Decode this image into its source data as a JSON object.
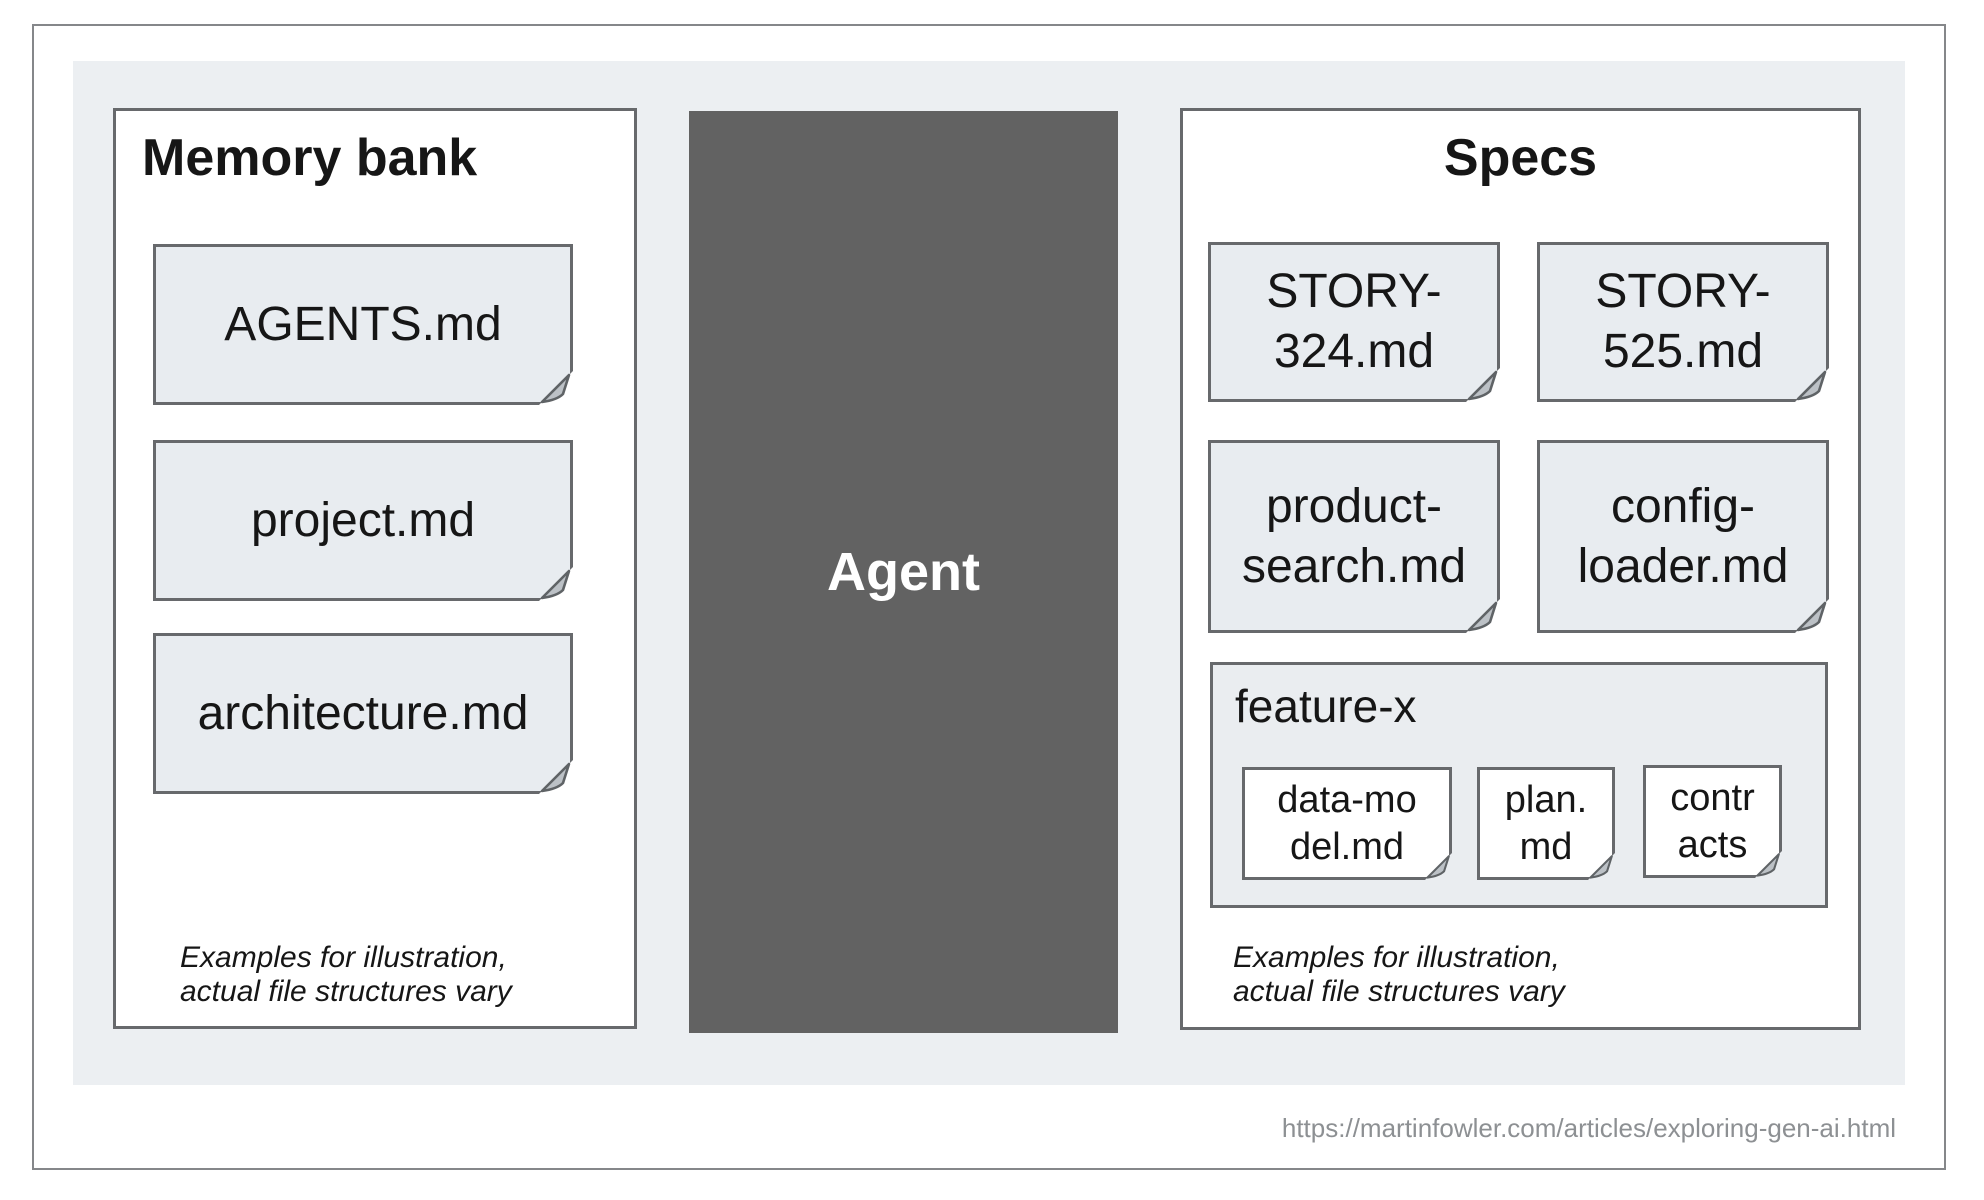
{
  "theme": {
    "canvas_bg": "#eceff2",
    "card_bg": "#e8ecf0",
    "folder_bg": "#eaedf0",
    "panel_bg": "#ffffff",
    "border_strong": "#67696c",
    "frame_border": "#85878a",
    "agent_bg": "#626262",
    "agent_text": "#ffffff",
    "fold_fill": "#bcc1c6",
    "fold_stroke": "#5f6366",
    "text_color": "#161616",
    "muted_text": "#8d9093"
  },
  "memory_bank": {
    "title": "Memory bank",
    "files": [
      "AGENTS.md",
      "project.md",
      "architecture.md"
    ],
    "note": "Examples for illustration,\nactual file structures vary"
  },
  "agent": {
    "label": "Agent"
  },
  "specs": {
    "title": "Specs",
    "files": [
      "STORY-\n324.md",
      "STORY-\n525.md",
      "product-\nsearch.md",
      "config-\nloader.md"
    ],
    "folder": {
      "name": "feature-x",
      "files": [
        "data-mo\ndel.md",
        "plan.\nmd",
        "contr\nacts"
      ]
    },
    "note": "Examples for illustration,\nactual file structures vary"
  },
  "footer": {
    "url": "https://martinfowler.com/articles/exploring-gen-ai.html"
  }
}
